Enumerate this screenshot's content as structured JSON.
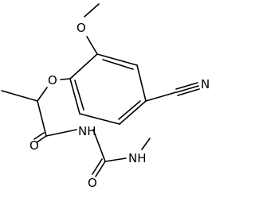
{
  "molecule": {
    "atoms": {
      "o_methoxy": "O",
      "o_ether": "O",
      "n_nitrile": "N",
      "o_carbonyl": "O",
      "nh_imide": "NH",
      "nh_methyl": "NH",
      "o_urea": "O"
    }
  },
  "colors": {
    "bond": "#000000",
    "background": "#ffffff"
  }
}
